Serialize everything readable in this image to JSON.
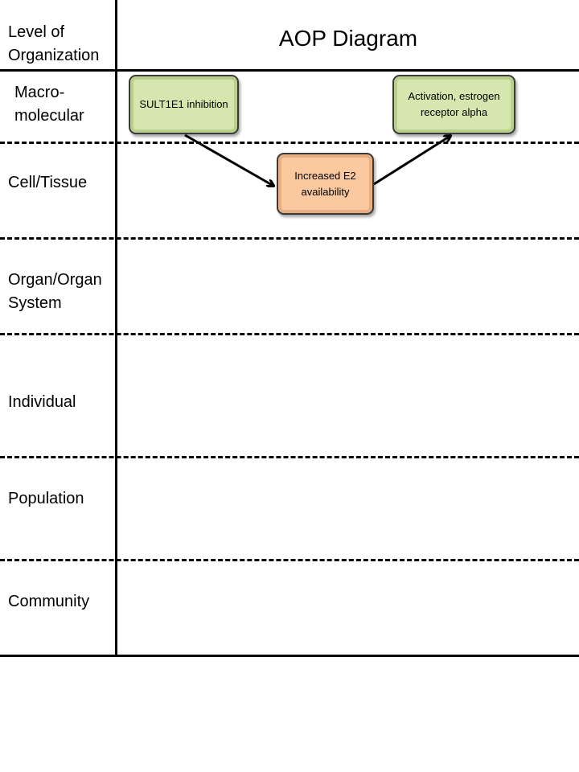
{
  "header": {
    "level_label": "Level of Organization",
    "title": "AOP Diagram"
  },
  "levels": [
    "Macro-molecular",
    "Cell/Tissue",
    "Organ/Organ System",
    "Individual",
    "Population",
    "Community"
  ],
  "nodes": [
    {
      "label": "SULT1E1 inhibition",
      "type": "molecular initiating event",
      "color": "#d5e6ae"
    },
    {
      "label": "Increased E2 availability",
      "type": "key event",
      "color": "#fbc9a0"
    },
    {
      "label": "Activation, estrogen receptor alpha",
      "type": "key event",
      "color": "#d5e6ae"
    }
  ]
}
